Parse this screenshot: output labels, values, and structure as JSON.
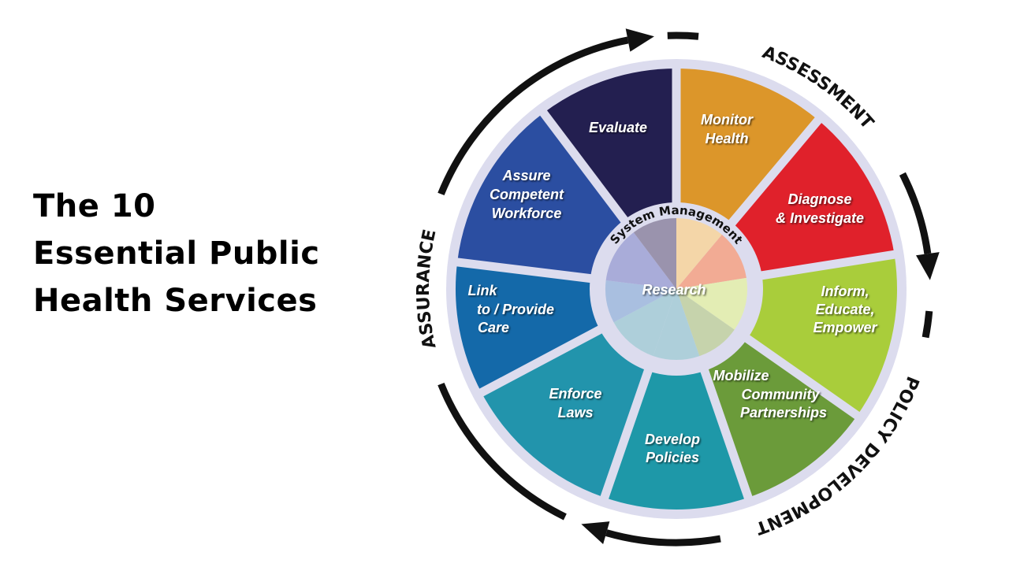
{
  "title": {
    "lines": [
      "The 10",
      "Essential Public",
      "Health Services"
    ]
  },
  "phases": {
    "assessment": "ASSESSMENT",
    "policy": "POLICY DEVELOPMENT",
    "assurance": "ASSURANCE"
  },
  "center": {
    "ring_label": "System Management",
    "core_label": "Research"
  },
  "services": [
    {
      "lines": [
        "Monitor",
        "Health"
      ],
      "color": "#dc962a",
      "pastel": "#f4d6a8"
    },
    {
      "lines": [
        "Diagnose",
        "& Investigate"
      ],
      "color": "#e0212b",
      "pastel": "#f2ab94"
    },
    {
      "lines": [
        "Inform,",
        "Educate,",
        "Empower"
      ],
      "color": "#a9cd3b",
      "pastel": "#e3edb4"
    },
    {
      "lines": [
        "Mobilize",
        "Community",
        "Partnerships"
      ],
      "color": "#6b9b3a",
      "pastel": "#c6d3ac"
    },
    {
      "lines": [
        "Develop",
        "Policies"
      ],
      "color": "#1e98a8",
      "pastel": "#aecfda"
    },
    {
      "lines": [
        "Enforce",
        "Laws"
      ],
      "color": "#2294ac",
      "pastel": "#aecfda"
    },
    {
      "lines": [
        "Link",
        "to / Provide",
        "Care"
      ],
      "color": "#1469a9",
      "pastel": "#a9bfe0"
    },
    {
      "lines": [
        "Assure",
        "Competent",
        "Workforce"
      ],
      "color": "#2b4ea1",
      "pastel": "#a9acd9"
    },
    {
      "lines": [
        "Evaluate"
      ],
      "color": "#231f50",
      "pastel": "#9a93ad"
    }
  ],
  "colors": {
    "ring": "#dcdcee",
    "arrow": "#111111"
  }
}
